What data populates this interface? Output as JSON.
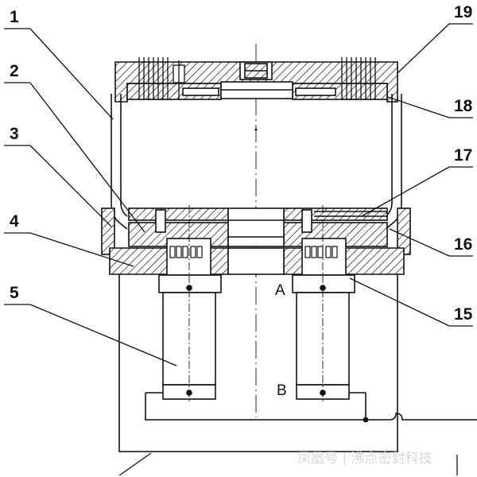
{
  "callouts": {
    "n1": "1",
    "n2": "2",
    "n3": "3",
    "n4": "4",
    "n5": "5",
    "n15": "15",
    "n16": "16",
    "n17": "17",
    "n18": "18",
    "n19": "19"
  },
  "points": {
    "a": "A",
    "b": "B"
  },
  "watermark": "凤凰号 | 沸点密封科技",
  "colors": {
    "line": "#111111",
    "background": "#ffffff"
  }
}
